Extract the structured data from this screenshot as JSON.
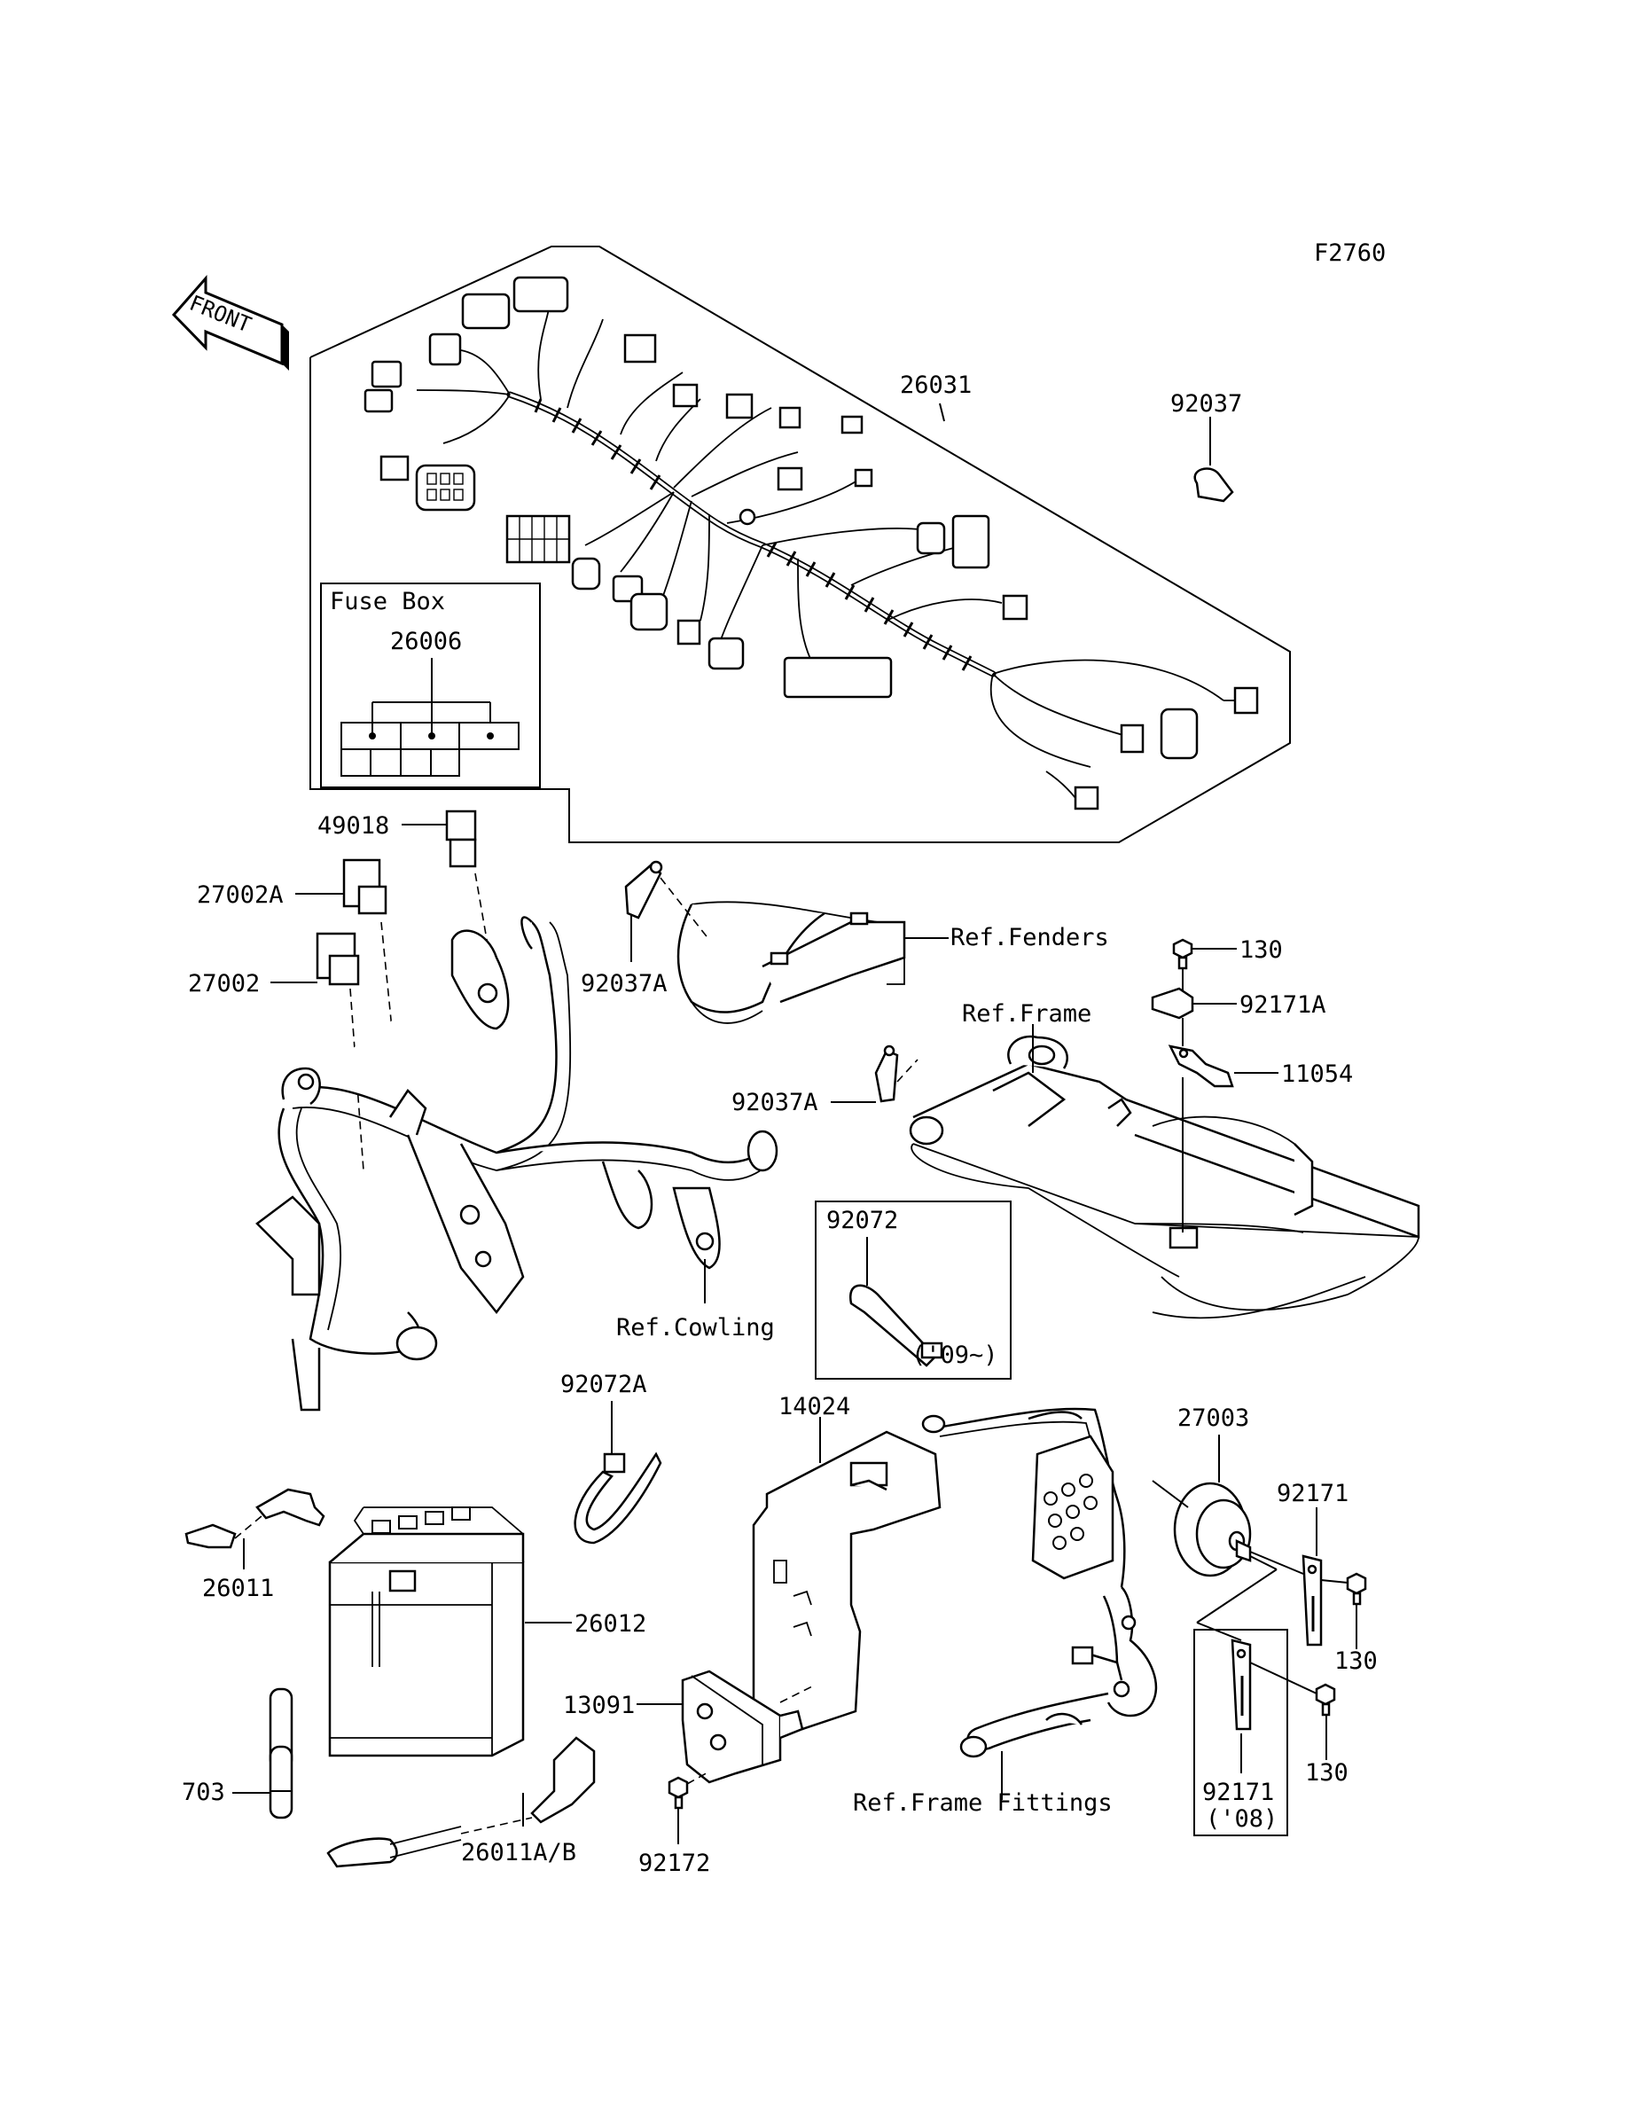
{
  "diagram_code": "F2760",
  "front_arrow": "FRONT",
  "fuse_box": {
    "title": "Fuse Box",
    "part": "26006"
  },
  "labels": {
    "harness": "26031",
    "clamp_top": "92037",
    "relay_49018": "49018",
    "relay_27002A": "27002A",
    "relay_27002": "27002",
    "clamp_a1": "92037A",
    "clamp_a2": "92037A",
    "ref_fenders": "Ref.Fenders",
    "ref_frame": "Ref.Frame",
    "ref_cowling": "Ref.Cowling",
    "bolt_130_top": "130",
    "clamp_92171A": "92171A",
    "bracket_11054": "11054",
    "band_92072": "92072",
    "band_note_09": "('09~)",
    "band_92072A": "92072A",
    "cover_14024": "14024",
    "horn_27003": "27003",
    "bracket_92171": "92171",
    "bolt_130_mid": "130",
    "bolt_130_low": "130",
    "bracket_92171_08": "92171",
    "note_08": "('08)",
    "lead_26011": "26011",
    "battery_26012": "26012",
    "holder_13091": "13091",
    "tube_703": "703",
    "lead_26011AB": "26011A/B",
    "bolt_92172": "92172",
    "ref_frame_fittings": "Ref.Frame Fittings"
  }
}
